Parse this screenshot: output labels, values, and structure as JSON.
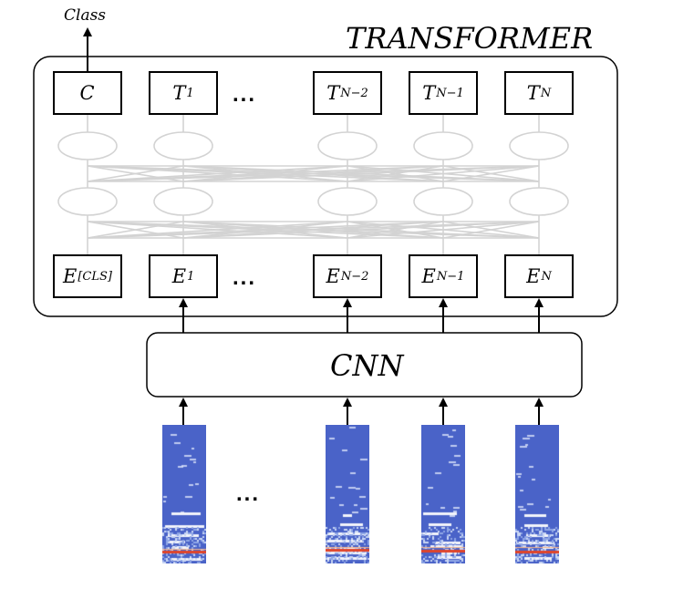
{
  "diagram": {
    "output_label": "Class",
    "transformer_label": "TRANSFORMER",
    "cnn_label": "CNN",
    "ellipsis": "...",
    "output_tokens": [
      {
        "main": "C",
        "sub": ""
      },
      {
        "main": "T",
        "sub": "1"
      },
      {
        "main": "T",
        "sub": "N−2"
      },
      {
        "main": "T",
        "sub": "N−1"
      },
      {
        "main": "T",
        "sub": "N"
      }
    ],
    "input_embeddings": [
      {
        "main": "E",
        "sub": "[CLS]"
      },
      {
        "main": "E",
        "sub": "1"
      },
      {
        "main": "E",
        "sub": "N−2"
      },
      {
        "main": "E",
        "sub": "N−1"
      },
      {
        "main": "E",
        "sub": "N"
      }
    ],
    "colors": {
      "stroke": "#000000",
      "network_lines": "#d3d3d3",
      "spectrogram_base": "#4a63c8",
      "spectrogram_hot": "#e0442a",
      "spectrogram_band": "#f2f4fb"
    }
  }
}
